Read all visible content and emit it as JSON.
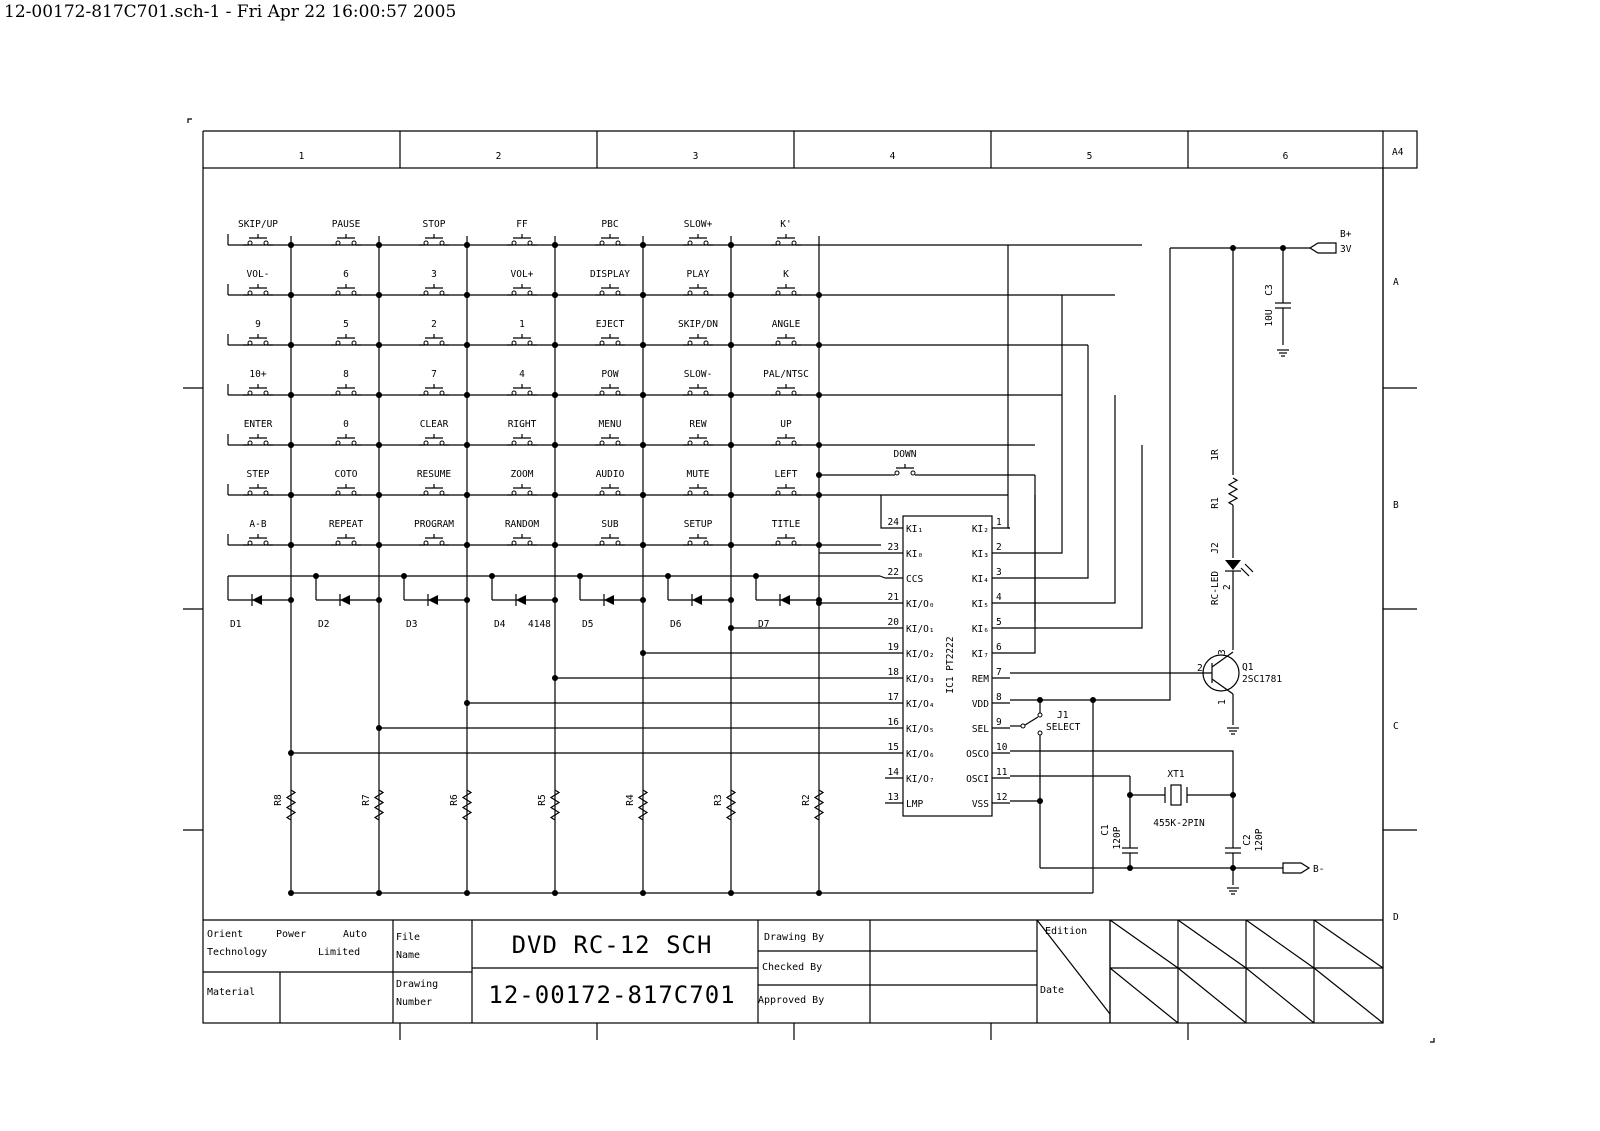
{
  "header": {
    "text": "12-00172-817C701.sch-1 - Fri Apr 22 16:00:57 2005"
  },
  "frame": {
    "columns": [
      "1",
      "2",
      "3",
      "4",
      "5",
      "6"
    ],
    "rows": [
      "A",
      "B",
      "C",
      "D"
    ],
    "sheet_size": "A4"
  },
  "keypad": {
    "rows": [
      [
        "SKIP/UP",
        "PAUSE",
        "STOP",
        "FF",
        "PBC",
        "SLOW+",
        "K'"
      ],
      [
        "VOL-",
        "6",
        "3",
        "VOL+",
        "DISPLAY",
        "PLAY",
        "K"
      ],
      [
        "9",
        "5",
        "2",
        "1",
        "EJECT",
        "SKIP/DN",
        "ANGLE"
      ],
      [
        "10+",
        "8",
        "7",
        "4",
        "POW",
        "SLOW-",
        "PAL/NTSC"
      ],
      [
        "ENTER",
        "0",
        "CLEAR",
        "RIGHT",
        "MENU",
        "REW",
        "UP"
      ],
      [
        "STEP",
        "COTO",
        "RESUME",
        "ZOOM",
        "AUDIO",
        "MUTE",
        "LEFT"
      ],
      [
        "A-B",
        "REPEAT",
        "PROGRAM",
        "RANDOM",
        "SUB",
        "SETUP",
        "TITLE"
      ]
    ],
    "extra_key": "DOWN"
  },
  "diodes": {
    "labels": [
      "D1",
      "D2",
      "D3",
      "D4",
      "D5",
      "D6",
      "D7"
    ],
    "part": "4148"
  },
  "resistors": {
    "labels": [
      "R8",
      "R7",
      "R6",
      "R5",
      "R4",
      "R3",
      "R2"
    ]
  },
  "ic": {
    "name": "IC1 PT2222",
    "left_pins": [
      {
        "num": "24",
        "name": "KI₁"
      },
      {
        "num": "23",
        "name": "KI₀"
      },
      {
        "num": "22",
        "name": "CCS"
      },
      {
        "num": "21",
        "name": "KI/O₀"
      },
      {
        "num": "20",
        "name": "KI/O₁"
      },
      {
        "num": "19",
        "name": "KI/O₂"
      },
      {
        "num": "18",
        "name": "KI/O₃"
      },
      {
        "num": "17",
        "name": "KI/O₄"
      },
      {
        "num": "16",
        "name": "KI/O₅"
      },
      {
        "num": "15",
        "name": "KI/O₆"
      },
      {
        "num": "14",
        "name": "KI/O₇"
      },
      {
        "num": "13",
        "name": "LMP"
      }
    ],
    "right_pins": [
      {
        "num": "1",
        "name": "KI₂"
      },
      {
        "num": "2",
        "name": "KI₃"
      },
      {
        "num": "3",
        "name": "KI₄"
      },
      {
        "num": "4",
        "name": "KI₅"
      },
      {
        "num": "5",
        "name": "KI₆"
      },
      {
        "num": "6",
        "name": "KI₇"
      },
      {
        "num": "7",
        "name": "REM"
      },
      {
        "num": "8",
        "name": "VDD"
      },
      {
        "num": "9",
        "name": "SEL"
      },
      {
        "num": "10",
        "name": "OSCO"
      },
      {
        "num": "11",
        "name": "OSCI"
      },
      {
        "num": "12",
        "name": "VSS"
      }
    ]
  },
  "power": {
    "b_plus": "B+",
    "b_plus_voltage": "3V",
    "b_minus": "B-",
    "c3_label": "C3",
    "c3_value": "10U"
  },
  "led_section": {
    "r1_label": "R1",
    "r1_value": "1R",
    "j2_label": "J2",
    "led_label": "RC-LED",
    "led_pin2": "2"
  },
  "transistor": {
    "label": "Q1",
    "part": "2SC1781",
    "pin_b": "2",
    "pin_c": "3",
    "pin_e": "1"
  },
  "jumper": {
    "label": "J1",
    "name": "SELECT"
  },
  "oscillator": {
    "xt_label": "XT1",
    "xt_part": "455K-2PIN",
    "c1_label": "C1",
    "c1_value": "120P",
    "c2_label": "C2",
    "c2_value": "120P"
  },
  "title_block": {
    "company": [
      "Orient",
      "Power",
      "Auto",
      "Technology",
      "Limited"
    ],
    "material_label": "Material",
    "file_label": [
      "File",
      "Name"
    ],
    "drawing_label": [
      "Drawing",
      "Number"
    ],
    "file_name": "DVD RC-12 SCH",
    "drawing_number": "12-00172-817C701",
    "drawing_by": "Drawing By",
    "checked_by": "Checked By",
    "approved_by": "Approved By",
    "edition": "Edition",
    "date": "Date"
  }
}
